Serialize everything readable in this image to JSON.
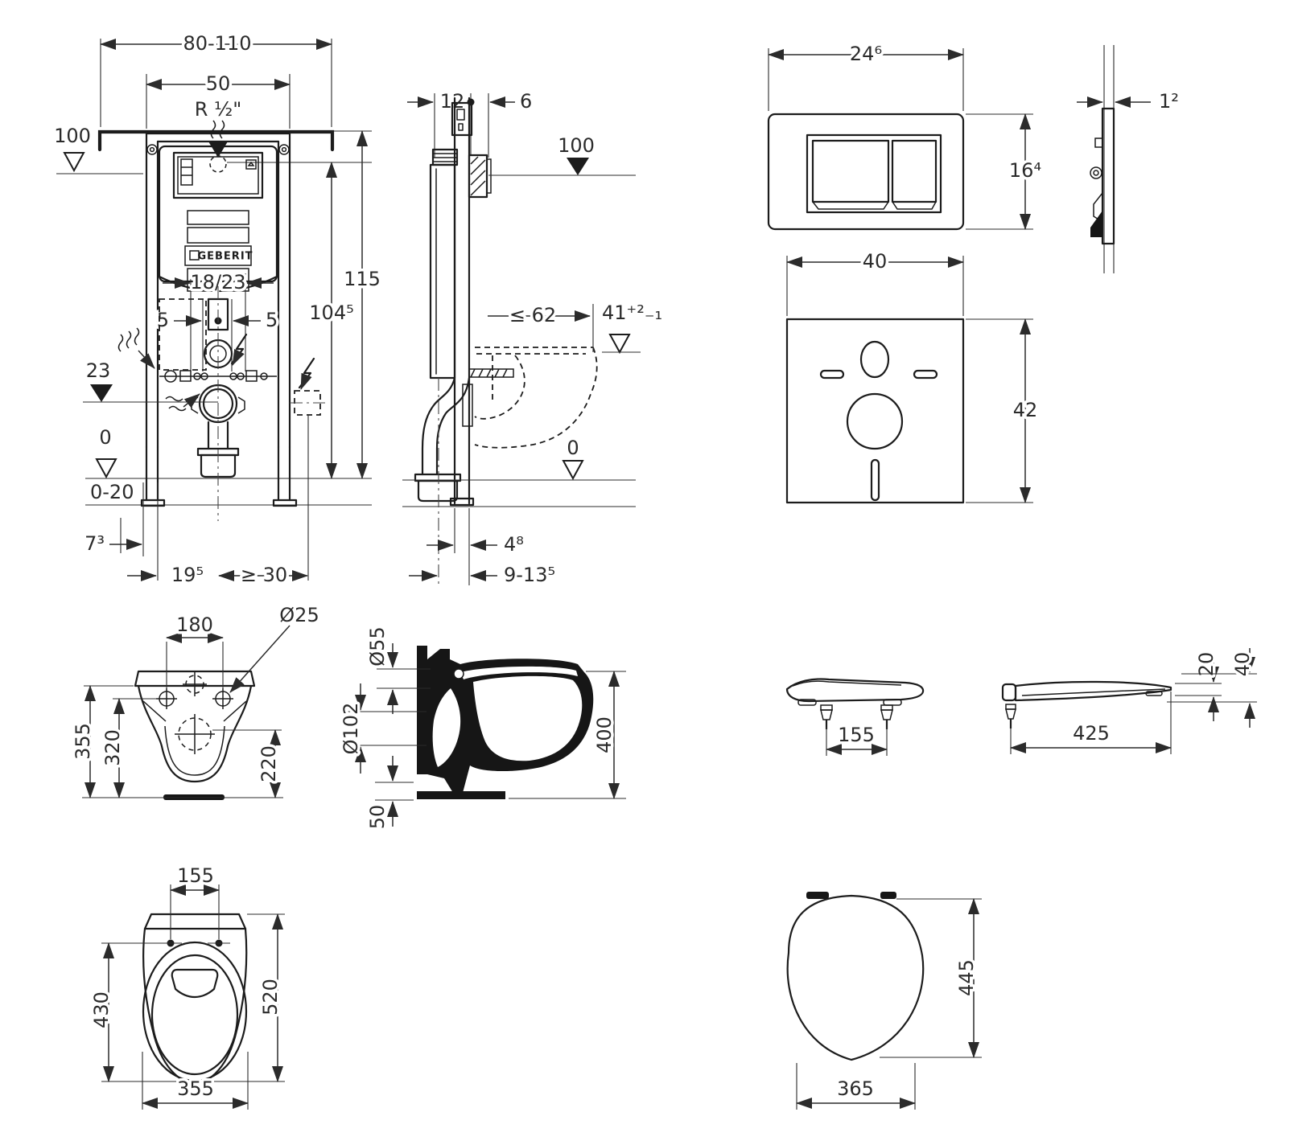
{
  "sheet": {
    "background": "#ffffff",
    "line_color": "#1c1c1c",
    "dim_color": "#2b2b2b"
  },
  "drawings": {
    "frame_front": {
      "title": "installation-frame-front-view",
      "logo": "GEBERIT",
      "dims": {
        "bracket_width": "80-110",
        "inner_width": "50",
        "water_supply": "R ½\"",
        "level_100": "100",
        "height_total": "115",
        "supply_height": "104⁵",
        "anchor_offset": "18/23",
        "offset_left_5": "5",
        "offset_right_5": "5",
        "level_23": "23",
        "level_0": "0",
        "floor_buildup": "0-20",
        "leg_offset": "7³",
        "drain_offset": "19⁵",
        "clearance_right": "≥ 30"
      }
    },
    "frame_side": {
      "title": "installation-frame-side-view",
      "dims": {
        "frame_depth": "12",
        "plate_depth": "6",
        "level_100": "100",
        "max_depth": "≤ 62",
        "rim_height": "41⁺²₋₁",
        "level_0": "0",
        "rail_depth": "4⁸",
        "outlet_range": "9-13⁵"
      }
    },
    "flush_plate": {
      "title": "flush-plate",
      "dims": {
        "width": "24⁶",
        "height": "16⁴",
        "thickness": "1²"
      }
    },
    "sound_mat": {
      "title": "sound-insulation-mat",
      "dims": {
        "width": "40",
        "height": "42"
      }
    },
    "bowl_front": {
      "title": "wc-bowl-front-view",
      "dims": {
        "bolt_spacing": "180",
        "bolt_hole_dia": "Ø25",
        "height_overall": "355",
        "height_bolts": "320",
        "height_outlet": "220"
      }
    },
    "bowl_side": {
      "title": "wc-bowl-side-section",
      "dims": {
        "inlet_dia": "Ø55",
        "outlet_dia": "Ø102",
        "depth": "400",
        "ledge_height": "50"
      }
    },
    "seat_front_profile": {
      "title": "seat-front-profile",
      "dims": {
        "hinge_spacing": "155"
      }
    },
    "seat_side_profile": {
      "title": "seat-side-profile",
      "dims": {
        "seat_thickness": "20",
        "height_with_bumpers": "40",
        "length": "425"
      }
    },
    "bowl_plan": {
      "title": "wc-bowl-plan-view",
      "dims": {
        "bolt_spacing": "155",
        "bowl_length": "430",
        "overall_length": "520",
        "width": "355"
      }
    },
    "seat_plan": {
      "title": "seat-plan-view",
      "dims": {
        "length": "445",
        "width": "365"
      }
    }
  }
}
